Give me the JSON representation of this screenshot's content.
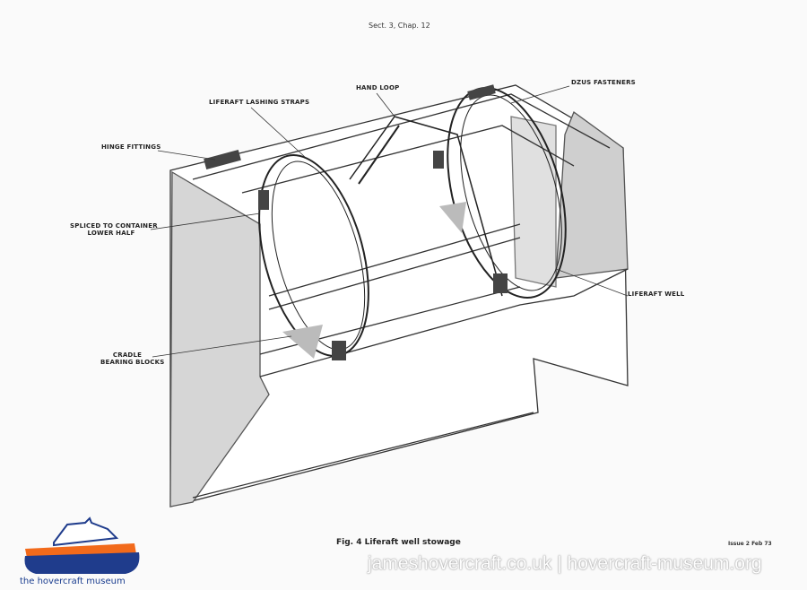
{
  "header": "Sect. 3, Chap. 12",
  "caption": "Fig. 4  Liferaft well stowage",
  "issue": "Issue 2 Feb 73",
  "watermark": "jameshovercraft.co.uk | hovercraft-museum.org",
  "logo": {
    "text": "the hovercraft museum",
    "colors": {
      "hull": "#1f3c8c",
      "skirt": "#f26a1b"
    }
  },
  "labels": {
    "lashing_straps": "LIFERAFT LASHING STRAPS",
    "hand_loop": "HAND LOOP",
    "dzus": "DZUS FASTENERS",
    "hinge": "HINGE FITTINGS",
    "spliced_1": "SPLICED TO CONTAINER",
    "spliced_2": "LOWER HALF",
    "well": "LIFERAFT WELL",
    "cradle_1": "CRADLE",
    "cradle_2": "BEARING BLOCKS"
  }
}
